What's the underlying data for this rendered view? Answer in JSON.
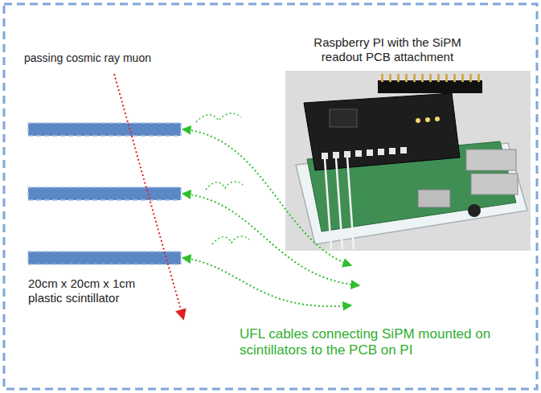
{
  "diagram": {
    "labels": [
      "passing cosmic ray muon",
      "Raspberry PI with the SiPM readout PCB attachment",
      "20cm x 20cm x 1cm plastic scintillator",
      "UFL cables connecting SiPM mounted on scintillators to the PCB on PI"
    ]
  }
}
